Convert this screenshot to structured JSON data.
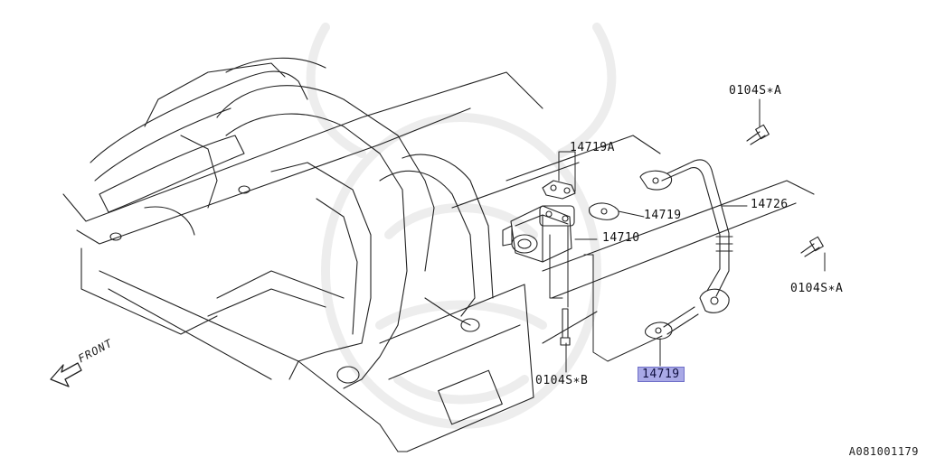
{
  "diagram": {
    "id_code": "A081001179",
    "front_label": "FRONT",
    "highlight_color": "#a9a9e6",
    "parts": [
      {
        "key": "bolt_a_top",
        "number": "0104S∗A",
        "highlighted": false
      },
      {
        "key": "gasket_a",
        "number": "14719A",
        "highlighted": false
      },
      {
        "key": "pipe",
        "number": "14726",
        "highlighted": false
      },
      {
        "key": "gasket_upper",
        "number": "14719",
        "highlighted": false
      },
      {
        "key": "egr_valve",
        "number": "14710",
        "highlighted": false
      },
      {
        "key": "bolt_a_right",
        "number": "0104S∗A",
        "highlighted": false
      },
      {
        "key": "bolt_b",
        "number": "0104S∗B",
        "highlighted": false
      },
      {
        "key": "gasket_lower",
        "number": "14719",
        "highlighted": true
      }
    ]
  }
}
